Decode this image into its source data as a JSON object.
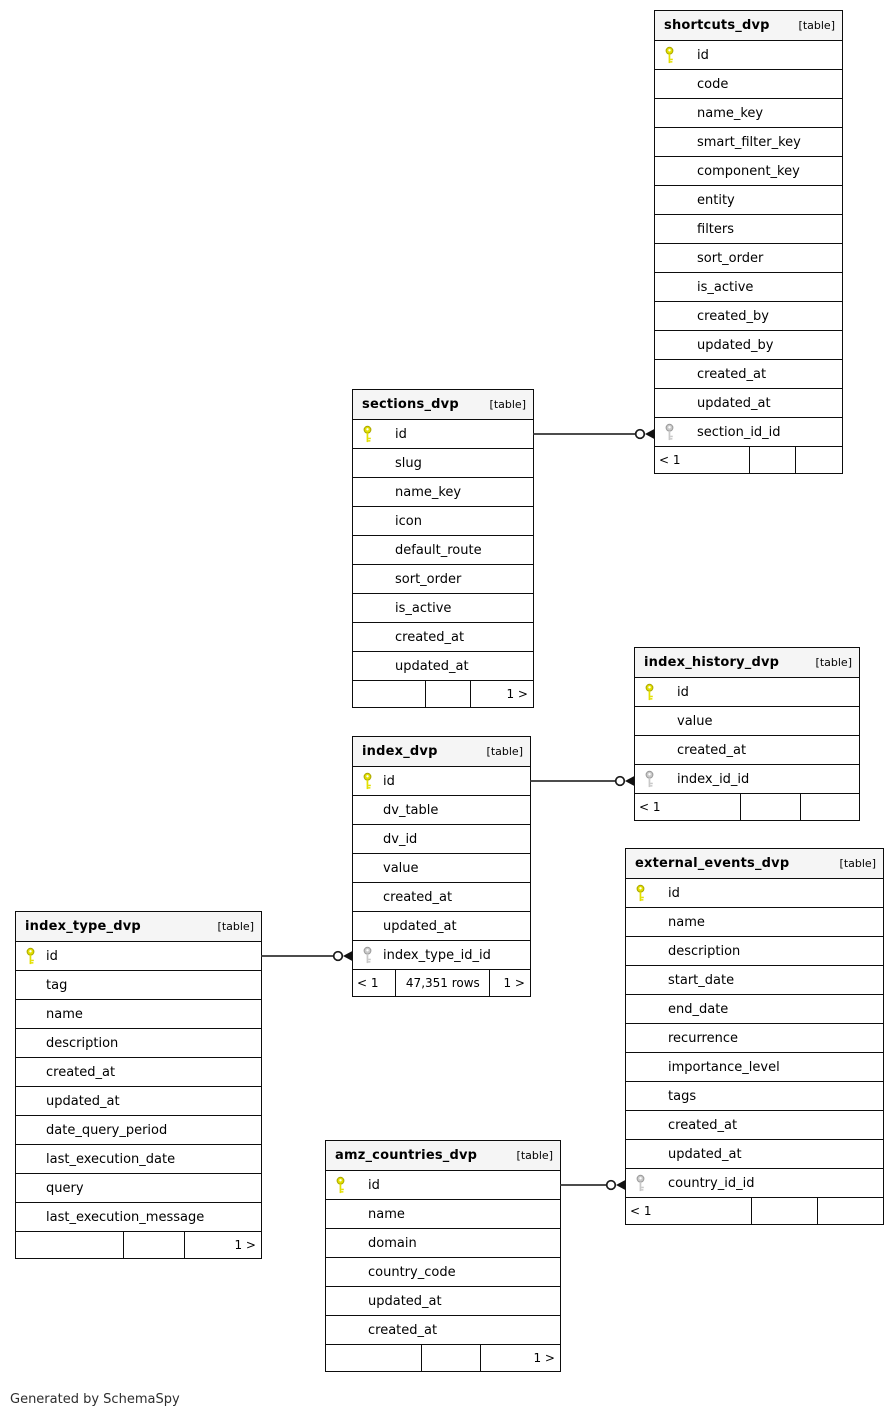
{
  "diagram": {
    "generator_note": "Generated by SchemaSpy"
  },
  "colors": {
    "primary_key": "#e3e000",
    "primary_key_stroke": "#aaa600",
    "foreign_key": "#c9c9c9",
    "foreign_key_stroke": "#999999",
    "table_border": "#0d0d0d",
    "header_background": "#f5f5f5",
    "relationship_line": "#333333"
  },
  "tables": [
    {
      "name": "shortcuts_dvp",
      "title": "shortcuts_dvp",
      "type": "[table]",
      "columns": [
        {
          "name": "id",
          "key": "primary"
        },
        {
          "name": "code"
        },
        {
          "name": "name_key"
        },
        {
          "name": "smart_filter_key"
        },
        {
          "name": "component_key"
        },
        {
          "name": "entity"
        },
        {
          "name": "filters"
        },
        {
          "name": "sort_order"
        },
        {
          "name": "is_active"
        },
        {
          "name": "created_by"
        },
        {
          "name": "updated_by"
        },
        {
          "name": "created_at"
        },
        {
          "name": "updated_at"
        },
        {
          "name": "section_id_id",
          "key": "foreign"
        }
      ],
      "footer": {
        "cells": [
          "< 1",
          "",
          ""
        ]
      }
    },
    {
      "name": "sections_dvp",
      "title": "sections_dvp",
      "type": "[table]",
      "columns": [
        {
          "name": "id",
          "key": "primary"
        },
        {
          "name": "slug"
        },
        {
          "name": "name_key"
        },
        {
          "name": "icon"
        },
        {
          "name": "default_route"
        },
        {
          "name": "sort_order"
        },
        {
          "name": "is_active"
        },
        {
          "name": "created_at"
        },
        {
          "name": "updated_at"
        }
      ],
      "footer": {
        "cells": [
          "",
          "",
          "1 >"
        ]
      }
    },
    {
      "name": "index_history_dvp",
      "title": "index_history_dvp",
      "type": "[table]",
      "columns": [
        {
          "name": "id",
          "key": "primary"
        },
        {
          "name": "value"
        },
        {
          "name": "created_at"
        },
        {
          "name": "index_id_id",
          "key": "foreign"
        }
      ],
      "footer": {
        "cells": [
          "< 1",
          "",
          ""
        ]
      }
    },
    {
      "name": "index_dvp",
      "title": "index_dvp",
      "type": "[table]",
      "columns": [
        {
          "name": "id",
          "key": "primary"
        },
        {
          "name": "dv_table"
        },
        {
          "name": "dv_id"
        },
        {
          "name": "value"
        },
        {
          "name": "created_at"
        },
        {
          "name": "updated_at"
        },
        {
          "name": "index_type_id_id",
          "key": "foreign"
        }
      ],
      "footer": {
        "cells": [
          "< 1",
          "47,351 rows",
          "1 >"
        ]
      }
    },
    {
      "name": "index_type_dvp",
      "title": "index_type_dvp",
      "type": "[table]",
      "columns": [
        {
          "name": "id",
          "key": "primary"
        },
        {
          "name": "tag"
        },
        {
          "name": "name"
        },
        {
          "name": "description"
        },
        {
          "name": "created_at"
        },
        {
          "name": "updated_at"
        },
        {
          "name": "date_query_period"
        },
        {
          "name": "last_execution_date"
        },
        {
          "name": "query"
        },
        {
          "name": "last_execution_message"
        }
      ],
      "footer": {
        "cells": [
          "",
          "",
          "1 >"
        ]
      }
    },
    {
      "name": "external_events_dvp",
      "title": "external_events_dvp",
      "type": "[table]",
      "columns": [
        {
          "name": "id",
          "key": "primary"
        },
        {
          "name": "name"
        },
        {
          "name": "description"
        },
        {
          "name": "start_date"
        },
        {
          "name": "end_date"
        },
        {
          "name": "recurrence"
        },
        {
          "name": "importance_level"
        },
        {
          "name": "tags"
        },
        {
          "name": "created_at"
        },
        {
          "name": "updated_at"
        },
        {
          "name": "country_id_id",
          "key": "foreign"
        }
      ],
      "footer": {
        "cells": [
          "< 1",
          "",
          ""
        ]
      }
    },
    {
      "name": "amz_countries_dvp",
      "title": "amz_countries_dvp",
      "type": "[table]",
      "columns": [
        {
          "name": "id",
          "key": "primary"
        },
        {
          "name": "name"
        },
        {
          "name": "domain"
        },
        {
          "name": "country_code"
        },
        {
          "name": "updated_at"
        },
        {
          "name": "created_at"
        }
      ],
      "footer": {
        "cells": [
          "",
          "",
          "1 >"
        ]
      }
    }
  ],
  "relationships": [
    {
      "from_table": "sections_dvp",
      "from_column": "id",
      "to_table": "shortcuts_dvp",
      "to_column": "section_id_id"
    },
    {
      "from_table": "index_dvp",
      "from_column": "id",
      "to_table": "index_history_dvp",
      "to_column": "index_id_id"
    },
    {
      "from_table": "index_type_dvp",
      "from_column": "id",
      "to_table": "index_dvp",
      "to_column": "index_type_id_id"
    },
    {
      "from_table": "amz_countries_dvp",
      "from_column": "id",
      "to_table": "external_events_dvp",
      "to_column": "country_id_id"
    }
  ]
}
